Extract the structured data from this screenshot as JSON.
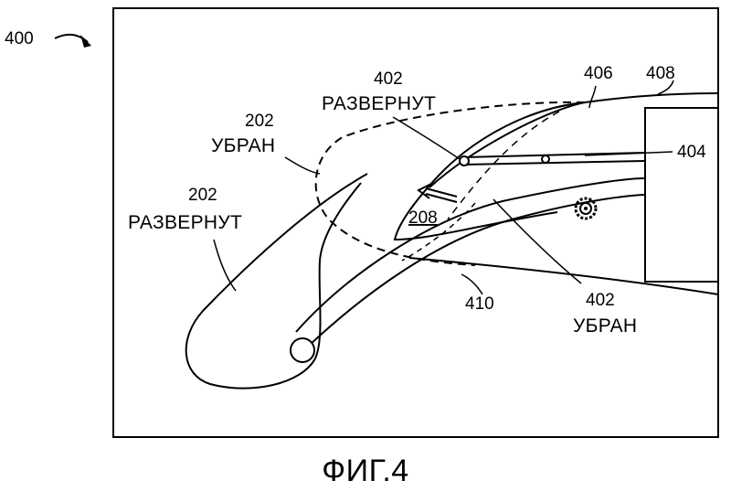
{
  "figure_ref": "400",
  "caption": "ФИГ.4",
  "labels": {
    "l402_top_num": "402",
    "l402_top_word": "РАЗВЕРНУТ",
    "l406": "406",
    "l408": "408",
    "l404": "404",
    "l202_stowed_num": "202",
    "l202_stowed_word": "УБРАН",
    "l202_deployed_num": "202",
    "l202_deployed_word": "РАЗВЕРНУТ",
    "l208": "208",
    "l410": "410",
    "l402_bottom_num": "402",
    "l402_bottom_word": "УБРАН"
  }
}
